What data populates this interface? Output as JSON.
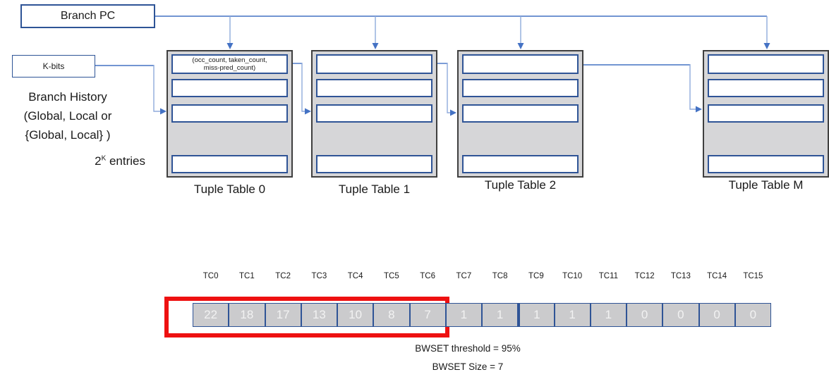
{
  "colors": {
    "accent_blue": "#4472c4",
    "light_blue": "#8faadc",
    "box_border_blue": "#2e5496",
    "row_border_blue": "#2f5496",
    "table_border_gray": "#3f3f3f",
    "table_fill_gray": "#d6d6d8",
    "cell_fill_gray": "#cbcbcd",
    "cell_text": "#f2f2f2",
    "highlight_red": "#ee1111",
    "text_black": "#1a1a1a"
  },
  "diagram": {
    "branch_pc_label": "Branch PC",
    "k_bits_label": "K-bits",
    "branch_history_lines": [
      "Branch History",
      "(Global, Local or",
      "{Global, Local} )"
    ],
    "entries_label": {
      "base": "2",
      "sup": "K",
      "rest": " entries"
    },
    "tuple_entry_fields_line1": "(occ_count, taken_count,",
    "tuple_entry_fields_line2": "miss-pred_count)",
    "tuple_tables": [
      {
        "label": "Tuple Table 0"
      },
      {
        "label": "Tuple Table 1"
      },
      {
        "label": "Tuple Table 2"
      },
      {
        "label": "Tuple Table M"
      }
    ]
  },
  "counter_array": {
    "labels": [
      "TC0",
      "TC1",
      "TC2",
      "TC3",
      "TC4",
      "TC5",
      "TC6",
      "TC7",
      "TC8",
      "TC9",
      "TC10",
      "TC11",
      "TC12",
      "TC13",
      "TC14",
      "TC15"
    ],
    "values": [
      22,
      18,
      17,
      13,
      10,
      8,
      7,
      1,
      1,
      1,
      1,
      1,
      0,
      0,
      0,
      0
    ],
    "highlighted_count": 7,
    "threshold_caption": "BWSET threshold = 95%",
    "size_caption": "BWSET Size = 7"
  }
}
